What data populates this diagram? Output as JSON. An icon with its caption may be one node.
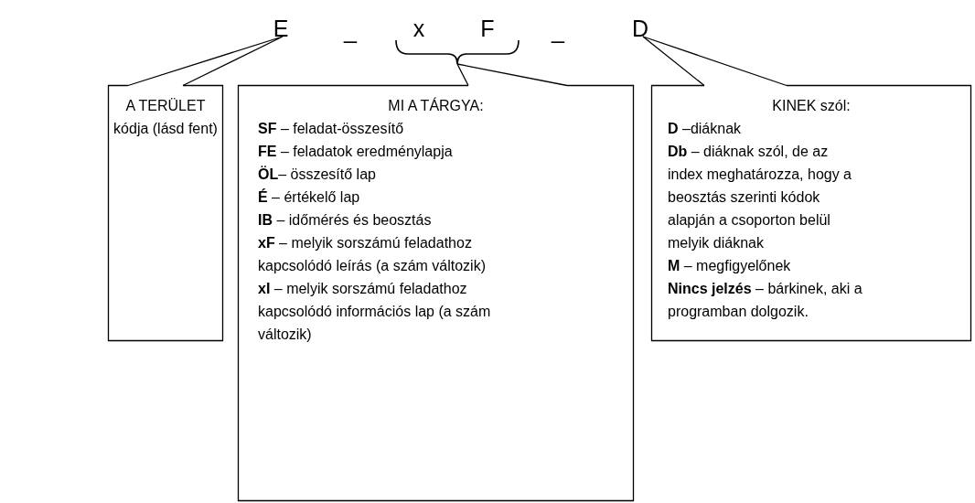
{
  "diagram": {
    "nodes": [
      {
        "text": [
          "E"
        ]
      },
      {
        "text": [
          "x"
        ]
      },
      {
        "text": [
          "F"
        ]
      },
      {
        "text": [],
        "shape": "brace"
      },
      {
        "text": [
          "D"
        ]
      },
      {
        "text": [
          "A TERÜLET",
          "kódja (lásd fent)"
        ]
      },
      {
        "text": [
          "MI A TÁRGYA:",
          "**SF** – feladat-összesítő",
          "**FE** – feladatok eredménylapja",
          "**ÖL**– összesítő lap",
          "**É** – értékelő lap",
          "**IB** – időmérés és beosztás",
          "**xF** – melyik sorszámú feladathoz kapcsolódó leírás (a szám változik)",
          "**xI** – melyik sorszámú feladathoz kapcsolódó információs lap (a szám változik)"
        ]
      },
      {
        "text": [
          "KINEK szól:",
          "**D** –diáknak",
          "**Db** – diáknak szól, de az index meghatározza, hogy a beosztás szerinti kódok alapján a csoporton belül melyik diáknak",
          "**M** – megfigyelőnek",
          "**Nincs jelzés** – bárkinek, aki a programban dolgozik."
        ]
      }
    ],
    "edges": [
      {
        "from": 5,
        "to": 0,
        "arrow": "none"
      },
      {
        "from": 6,
        "to": 3,
        "arrow": "none"
      },
      {
        "from": 7,
        "to": 4,
        "arrow": "none"
      }
    ],
    "labels": [
      "_",
      "_"
    ]
  }
}
